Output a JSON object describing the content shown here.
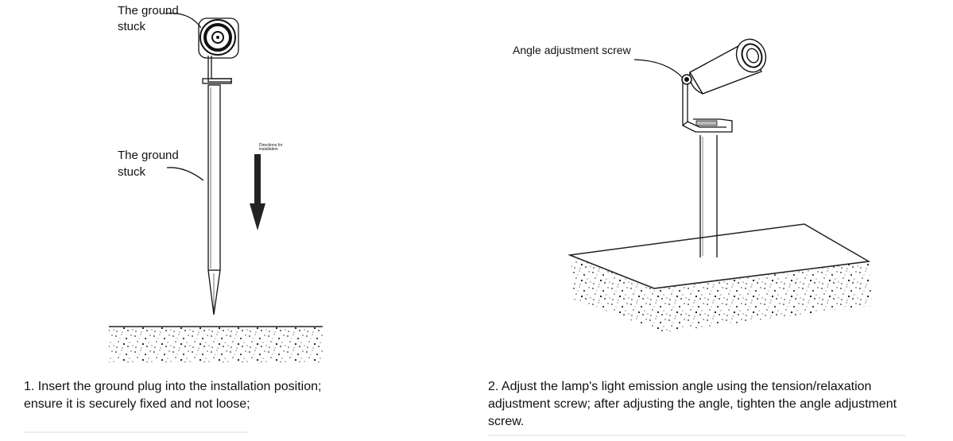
{
  "left": {
    "top_label_line1": "The ground",
    "top_label_line2": "stuck",
    "mid_label_line1": "The ground",
    "mid_label_line2": "stuck",
    "direction_line1": "Directions for",
    "direction_line2": "installation",
    "step_text": "1. Insert the ground plug into the installation position; ensure it is securely fixed and not loose;"
  },
  "right": {
    "screw_label": "Angle adjustment screw",
    "step_text": "2. Adjust the lamp's light emission angle using the tension/relaxation adjustment screw; after adjusting the angle, tighten the angle adjustment screw."
  }
}
